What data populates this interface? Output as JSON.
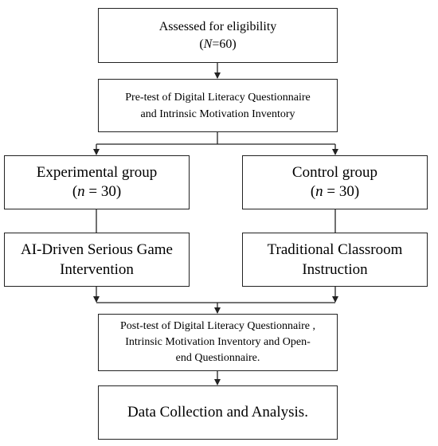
{
  "eligibility": {
    "title": "Assessed for eligibility",
    "n_var": "N",
    "n_value": "=60"
  },
  "pretest": {
    "line1": "Pre-test of Digital Literacy Questionnaire",
    "line2": "and Intrinsic Motivation Inventory"
  },
  "experimental": {
    "title": "Experimental group",
    "n_var": "n",
    "n_value": " = 30"
  },
  "control": {
    "title": "Control group",
    "n_var": "n",
    "n_value": " = 30"
  },
  "intervention": {
    "line1": "AI-Driven Serious Game",
    "line2": "Intervention"
  },
  "traditional": {
    "line1": "Traditional Classroom",
    "line2": "Instruction"
  },
  "posttest": {
    "line1": "Post-test of Digital Literacy Questionnaire ,",
    "line2": "Intrinsic Motivation Inventory and Open-",
    "line3": "end Questionnaire."
  },
  "analysis": {
    "title": "Data Collection and Analysis."
  }
}
